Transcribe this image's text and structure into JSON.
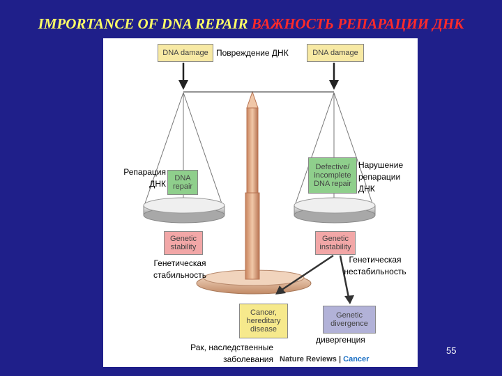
{
  "title": {
    "english": "IMPORTANCE OF DNA REPAIR",
    "russian": "ВАЖНОСТЬ РЕПАРАЦИИ ДНК"
  },
  "boxes": {
    "dna_damage_left": "DNA damage",
    "dna_damage_right": "DNA damage",
    "dna_repair": "DNA repair",
    "defective_repair": "Defective/ incomplete DNA repair",
    "genetic_stability": "Genetic stability",
    "genetic_instability": "Genetic instability",
    "cancer": "Cancer, hereditary disease",
    "genetic_divergence": "Genetic divergence"
  },
  "labels": {
    "damage_ru": "Повреждение ДНК",
    "repair_ru": "Репарация ДНК",
    "defective_ru": "Нарушение репарации ДНК",
    "stability_ru": "Генетическая стабильность",
    "instability_ru": "Генетическая нестабильность",
    "cancer_ru": "Рак, наследственные заболевания",
    "divergence_ru": "дивергенция"
  },
  "credit": {
    "journal": "Nature Reviews",
    "section": "Cancer"
  },
  "page_number": "55"
}
